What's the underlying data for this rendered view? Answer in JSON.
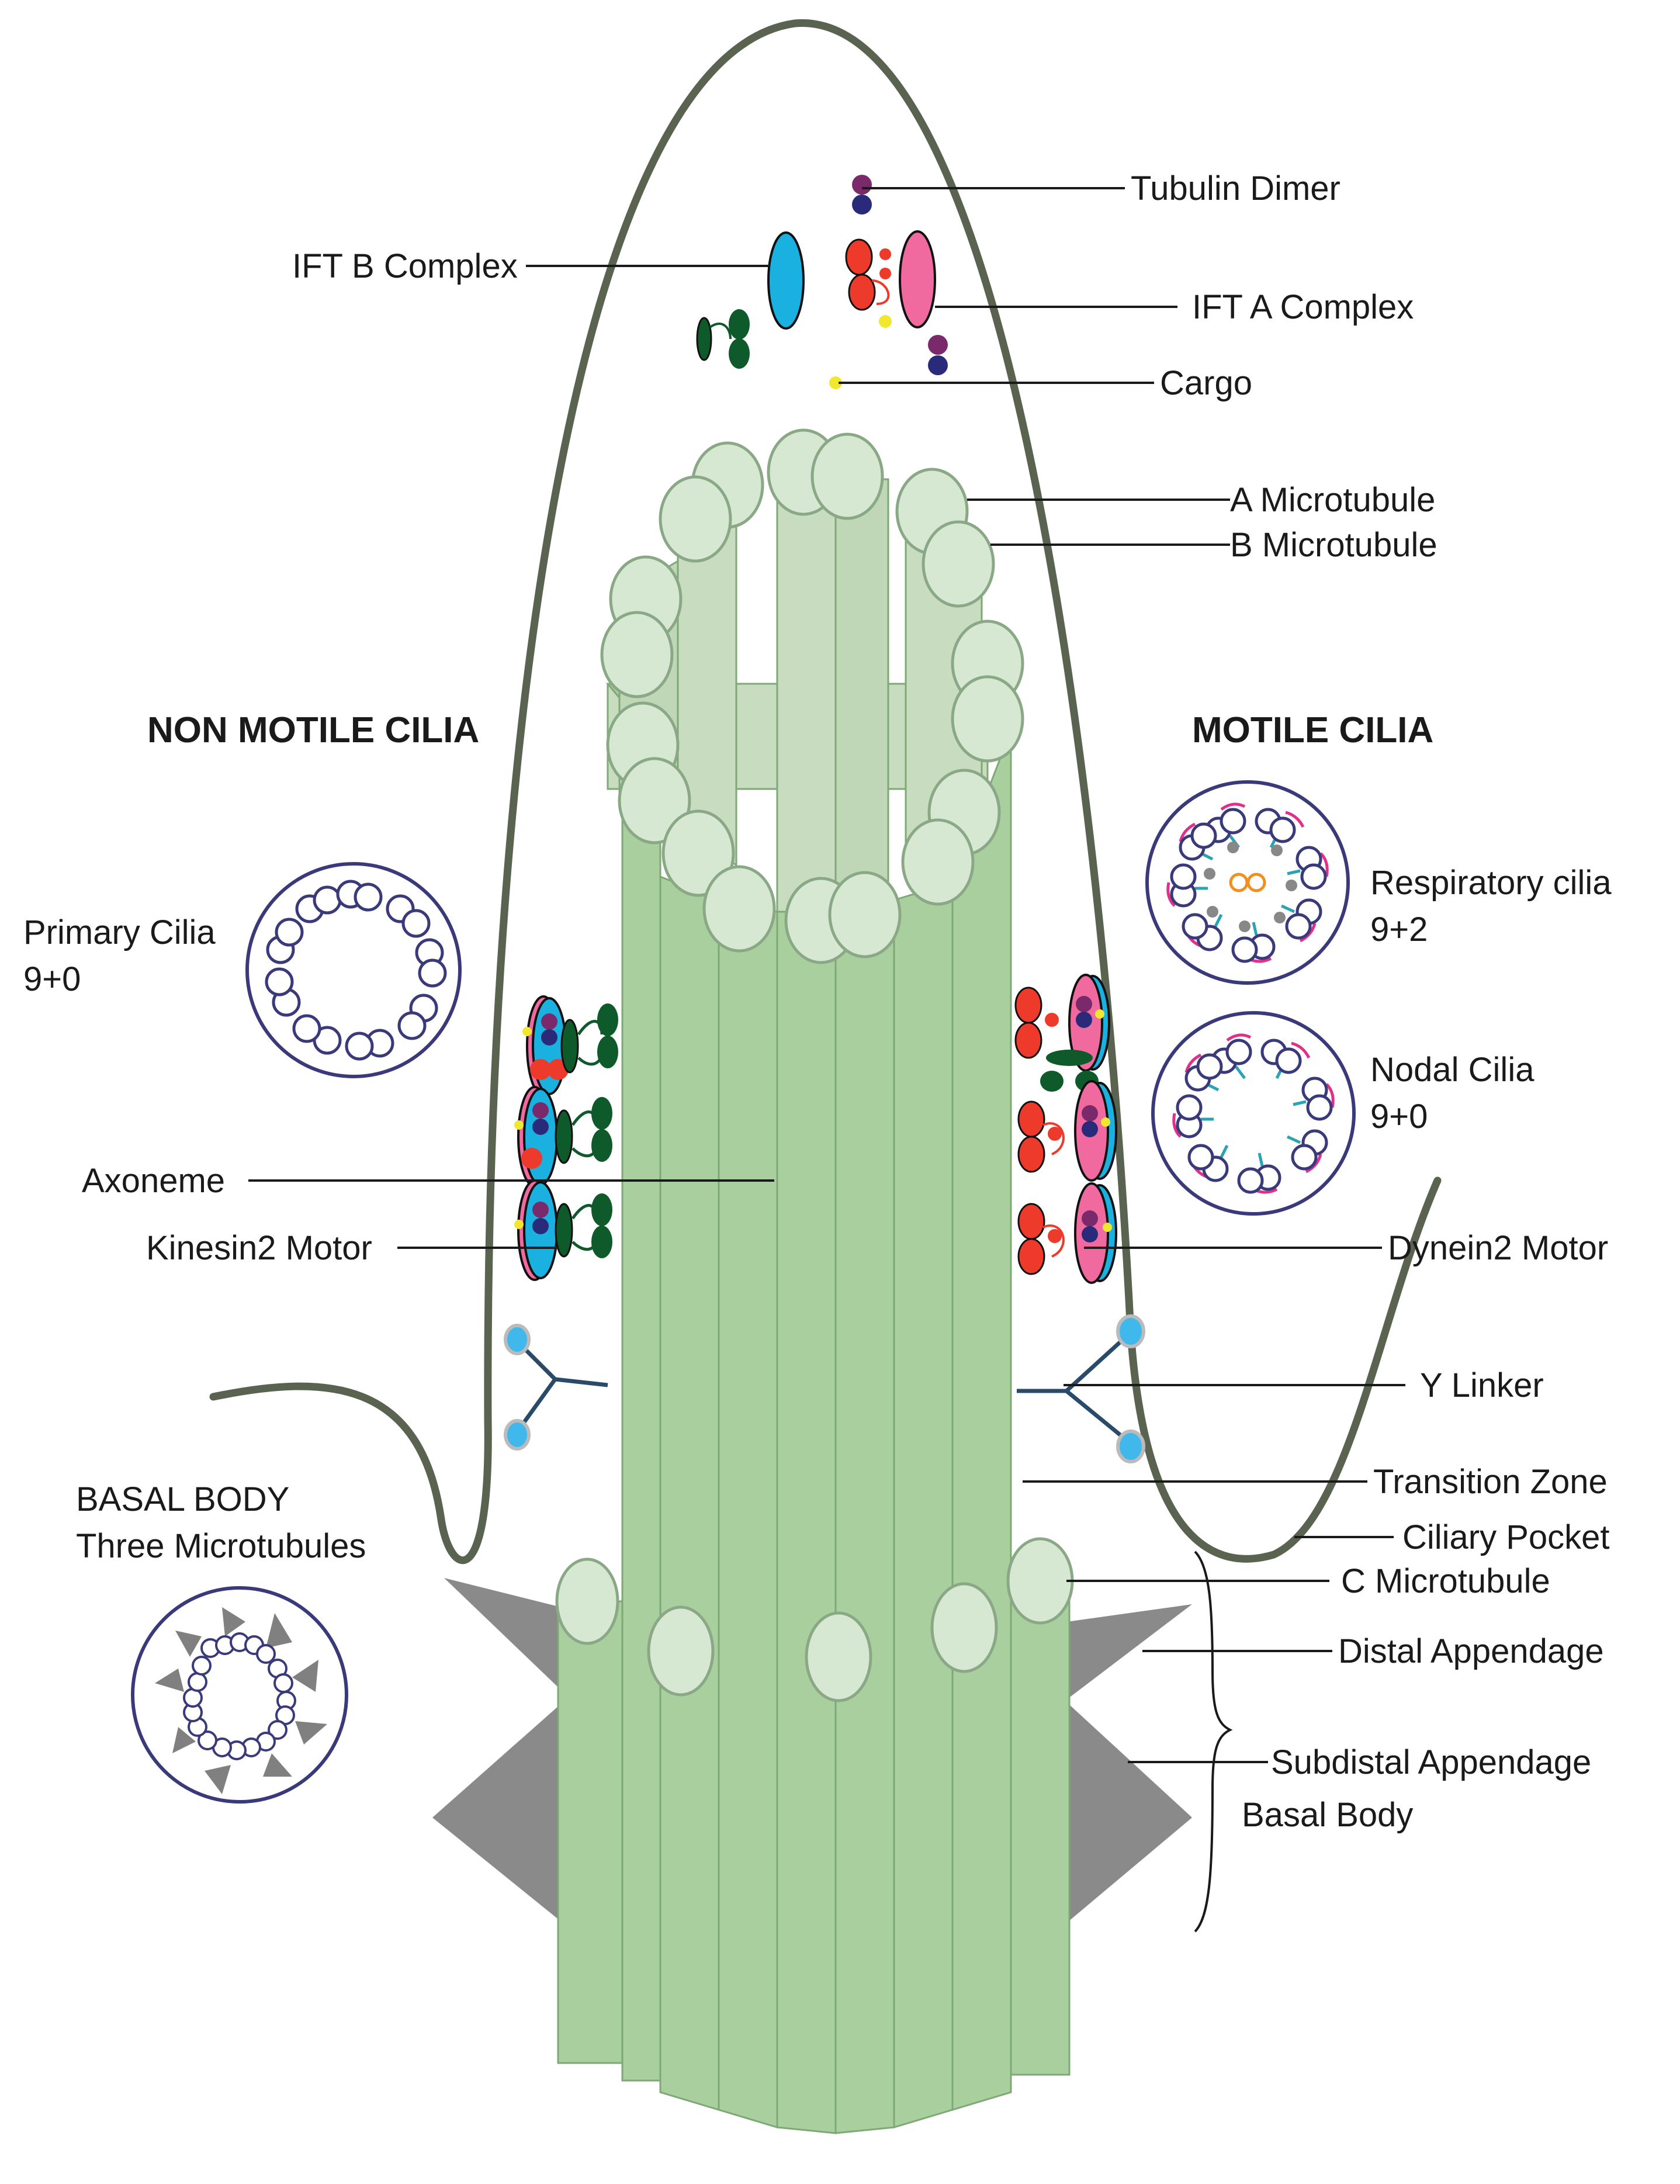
{
  "headings": {
    "non_motile": "NON MOTILE CILIA",
    "motile": "MOTILE CILIA"
  },
  "labels": {
    "tubulin_dimer": "Tubulin Dimer",
    "ift_b_complex": "IFT B Complex",
    "ift_a_complex": "IFT A Complex",
    "cargo": "Cargo",
    "a_microtubule": "A Microtubule",
    "b_microtubule": "B Microtubule",
    "primary_cilia": "Primary Cilia",
    "primary_cilia_formula": "9+0",
    "respiratory_cilia": "Respiratory cilia",
    "respiratory_cilia_formula": "9+2",
    "nodal_cilia": "Nodal Cilia",
    "nodal_cilia_formula": "9+0",
    "axoneme": "Axoneme",
    "kinesin2_motor": "Kinesin2 Motor",
    "dynein2_motor": "Dynein2 Motor",
    "y_linker": "Y Linker",
    "transition_zone": "Transition Zone",
    "ciliary_pocket": "Ciliary Pocket",
    "basal_body_title": "BASAL BODY",
    "basal_body_subtitle": "Three Microtubules",
    "c_microtubule": "C Microtubule",
    "distal_appendage": "Distal Appendage",
    "subdistal_appendage": "Subdistal Appendage",
    "basal_body": "Basal Body"
  },
  "colors": {
    "membrane": "#5a6350",
    "axoneme_light": "#c8dcc0",
    "axoneme_mid": "#a9cf9e",
    "axoneme_edge": "#7fa877",
    "tubule_fill": "#d6e8d2",
    "appendage": "#8a8a8a",
    "ring": "#3a3a7a",
    "ift_b": "#1ab0e0",
    "ift_a": "#f06aa0",
    "motor_red": "#ee3a2a",
    "kinesin_green": "#0f5a2a",
    "dimer_purple": "#7a2a6a",
    "dimer_navy": "#2a2a7a",
    "cargo_yellow": "#f0e830",
    "linker": "#2a4a6a",
    "linker_tip": "#40b8ec"
  }
}
